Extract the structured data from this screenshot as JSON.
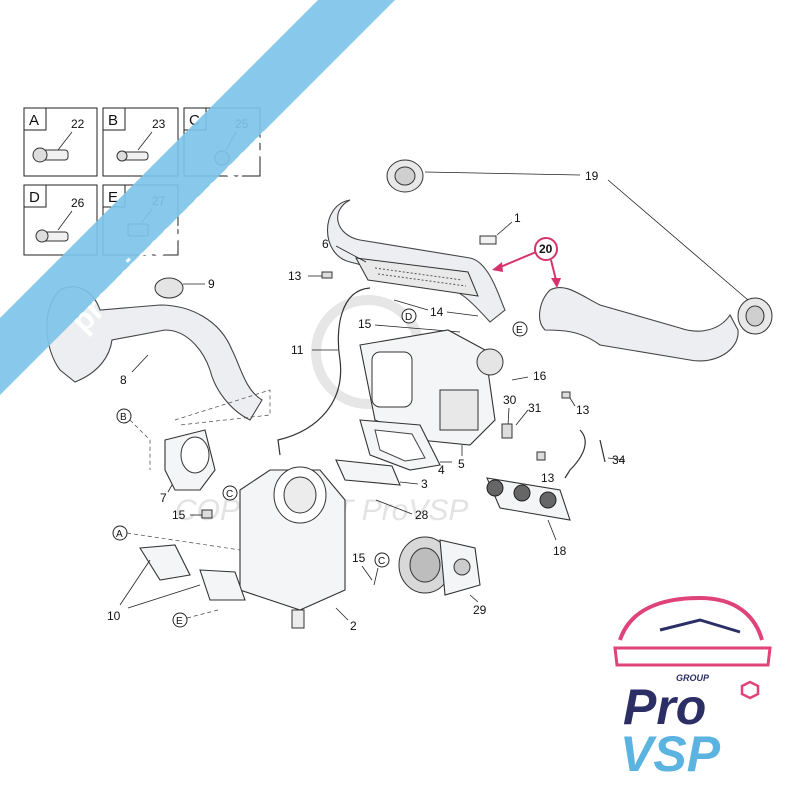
{
  "inset_boxes": [
    {
      "letter": "A",
      "number": "22"
    },
    {
      "letter": "B",
      "number": "23"
    },
    {
      "letter": "C",
      "number": "25"
    },
    {
      "letter": "D",
      "number": "26"
    },
    {
      "letter": "E",
      "number": "27"
    }
  ],
  "part_numbers": {
    "p1": "1",
    "p2": "2",
    "p3": "3",
    "p4": "4",
    "p5": "5",
    "p6": "6",
    "p7": "7",
    "p8": "8",
    "p9": "9",
    "p10": "10",
    "p11": "11",
    "p13a": "13",
    "p13b": "13",
    "p13c": "13",
    "p14": "14",
    "p15a": "15",
    "p15b": "15",
    "p15c": "15",
    "p16": "16",
    "p18": "18",
    "p19": "19",
    "p20": "20",
    "p28": "28",
    "p29": "29",
    "p30": "30",
    "p31": "31",
    "p34": "34"
  },
  "circle_letters": {
    "b1": "B",
    "c1": "C",
    "c2": "C",
    "a1": "A",
    "d1": "D",
    "e1": "E",
    "e2": "E"
  },
  "watermark_text": "pro-piece-vsp.com",
  "copyright_text": "COPYRIGHT ProVSP",
  "logo": {
    "group": "GROUP",
    "pro": "Pro",
    "vsp": "VSP"
  },
  "colors": {
    "banner": "#7ec3e8",
    "highlight": "#d6336c",
    "logo_navy": "#2b2f66",
    "logo_blue": "#5bb3e0",
    "logo_pink": "#e0427a"
  }
}
